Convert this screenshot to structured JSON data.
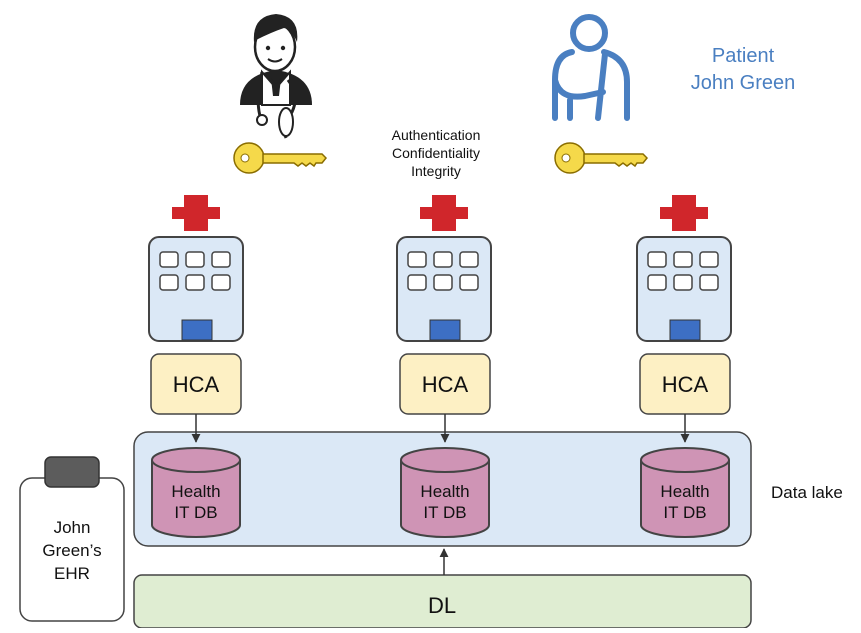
{
  "patient": {
    "title": "Patient",
    "name": "John Green"
  },
  "annotation": {
    "line1": "Authentication",
    "line2": "Confidentiality",
    "line3": "Integrity"
  },
  "hca_label": "HCA",
  "db_label": {
    "line1": "Health",
    "line2": "IT DB"
  },
  "data_lake_label": "Data lake",
  "dl_label": "DL",
  "ehr": {
    "line1": "John",
    "line2": "Green’s",
    "line3": "EHR"
  },
  "colors": {
    "patient_blue": "#4a7fc1",
    "hospital_fill": "#dbe8f6",
    "hospital_door": "#3d6fc4",
    "red_cross": "#d0262b",
    "hca_fill": "#fdf0c4",
    "db_fill": "#cf94b5",
    "data_lake_fill": "#dbe8f6",
    "dl_fill": "#dfedd2",
    "key_fill": "#f5d94a"
  },
  "icons": [
    "doctor-icon",
    "patient-icon",
    "key-icon",
    "hospital-icon",
    "database-icon",
    "clipboard-icon"
  ]
}
